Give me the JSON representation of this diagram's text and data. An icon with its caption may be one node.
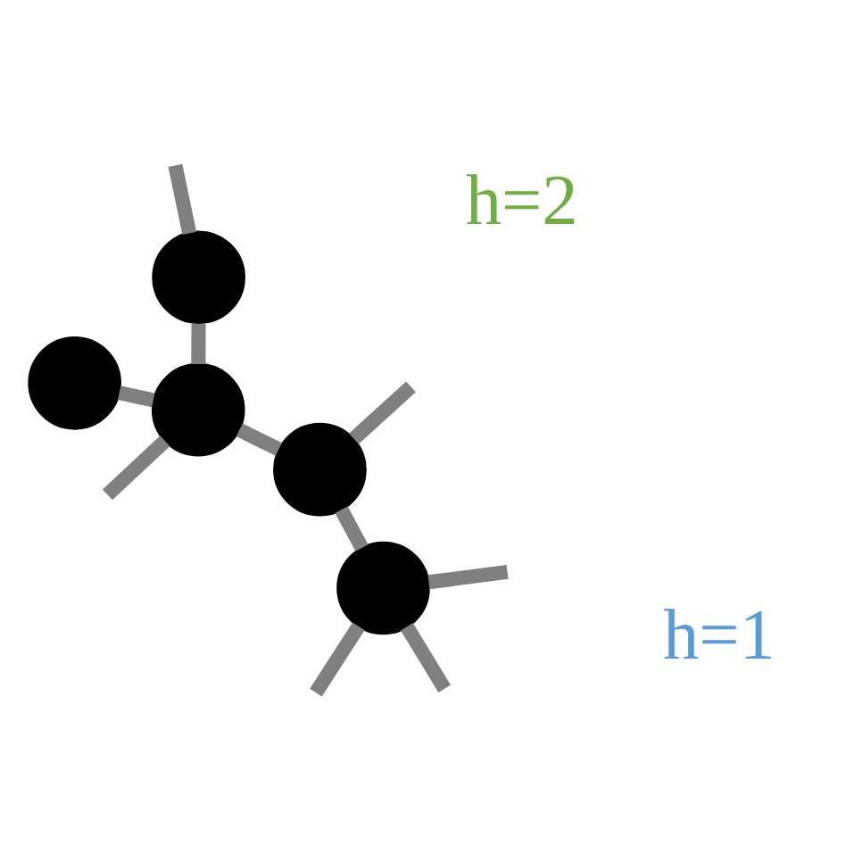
{
  "diagram": {
    "nodes": [
      {
        "text": [],
        "shape": "circle"
      },
      {
        "text": [],
        "shape": "circle"
      },
      {
        "text": [],
        "shape": "circle"
      },
      {
        "text": [],
        "shape": "circle"
      },
      {
        "text": [],
        "shape": "circle"
      }
    ],
    "edges": [
      {
        "from": 0,
        "to": 2,
        "arrow": "none"
      },
      {
        "from": 1,
        "to": 2,
        "arrow": "none"
      },
      {
        "from": 1,
        "to": null,
        "arrow": "none"
      },
      {
        "from": null,
        "to": 2,
        "arrow": "none"
      },
      {
        "from": 2,
        "to": 3,
        "arrow": "none"
      },
      {
        "from": 3,
        "to": null,
        "arrow": "none"
      },
      {
        "from": 3,
        "to": 4,
        "arrow": "none"
      },
      {
        "from": null,
        "to": 4,
        "arrow": "none"
      },
      {
        "from": null,
        "to": 4,
        "arrow": "none"
      },
      {
        "from": 4,
        "to": null,
        "arrow": "none"
      }
    ],
    "labels": [
      "h=2",
      "h=1"
    ]
  }
}
